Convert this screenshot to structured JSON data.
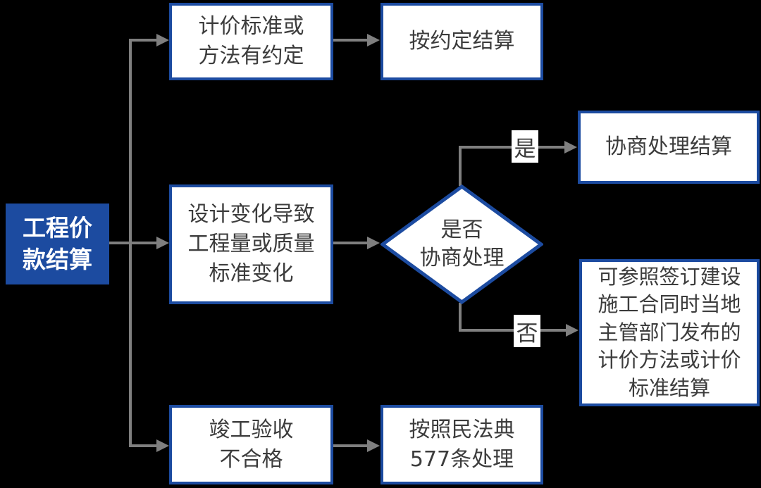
{
  "colors": {
    "primary_blue": "#1c4ba0",
    "box_background": "#ffffff",
    "arrow_gray": "#7f7f7f",
    "text_dark": "#3c3c3c",
    "canvas_background": "#000000",
    "start_node_text": "#ffffff"
  },
  "nodes": {
    "start": {
      "text": "工程价\n款结算"
    },
    "cond_pricing_standard": {
      "text": "计价标准或\n方法有约定"
    },
    "result_settle_as_agreed": {
      "text": "按约定结算"
    },
    "cond_design_change": {
      "text": "设计变化导致\n工程量或质量\n标准变化"
    },
    "decision_negotiation": {
      "text": "是否\n协商处理"
    },
    "result_negotiated_settlement": {
      "text": "协商处理结算"
    },
    "result_reference_local_standards": {
      "text": "可参照签订建设\n施工合同时当地\n主管部门发布的\n计价方法或计价\n标准结算"
    },
    "cond_inspection_failed": {
      "text": "竣工验收\n不合格"
    },
    "result_civil_code_577": {
      "text": "按照民法典\n577条处理"
    }
  },
  "edge_labels": {
    "yes": "是",
    "no": "否"
  }
}
